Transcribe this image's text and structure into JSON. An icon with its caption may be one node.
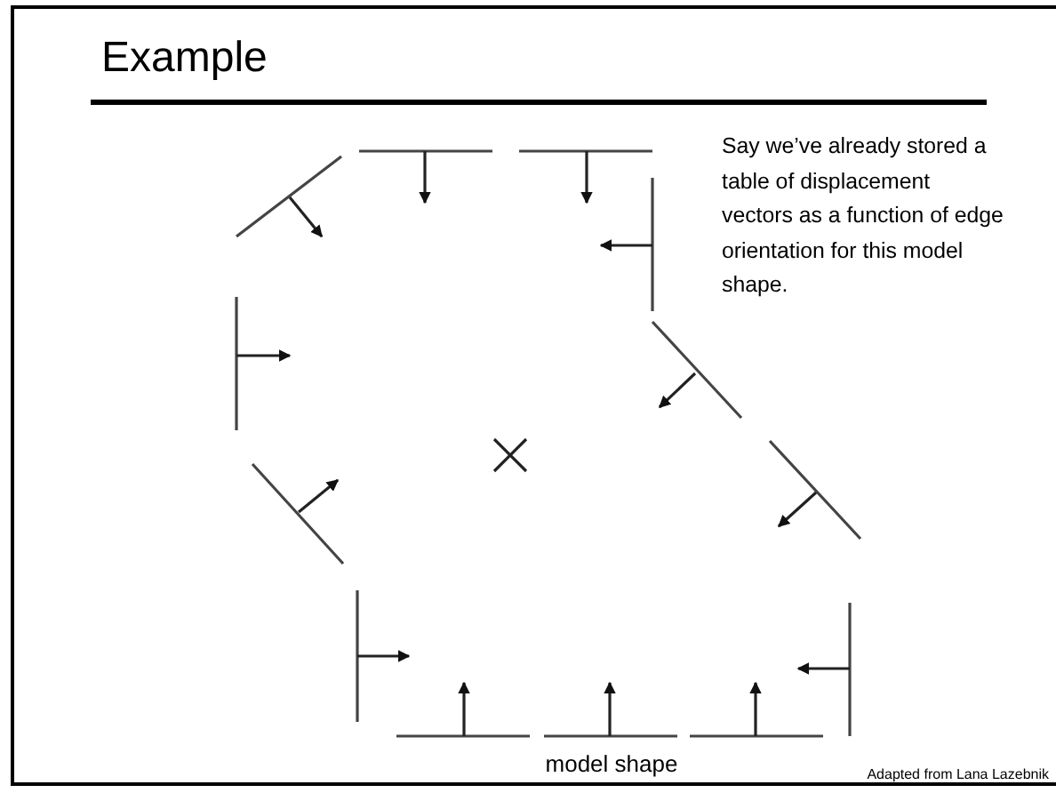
{
  "diagram": {
    "title": "Example",
    "labels": [
      "Say we’ve already stored a table of displacement vectors as a function of edge orientation for this model shape.",
      "model shape",
      "Adapted from Lana Lazebnik"
    ]
  }
}
